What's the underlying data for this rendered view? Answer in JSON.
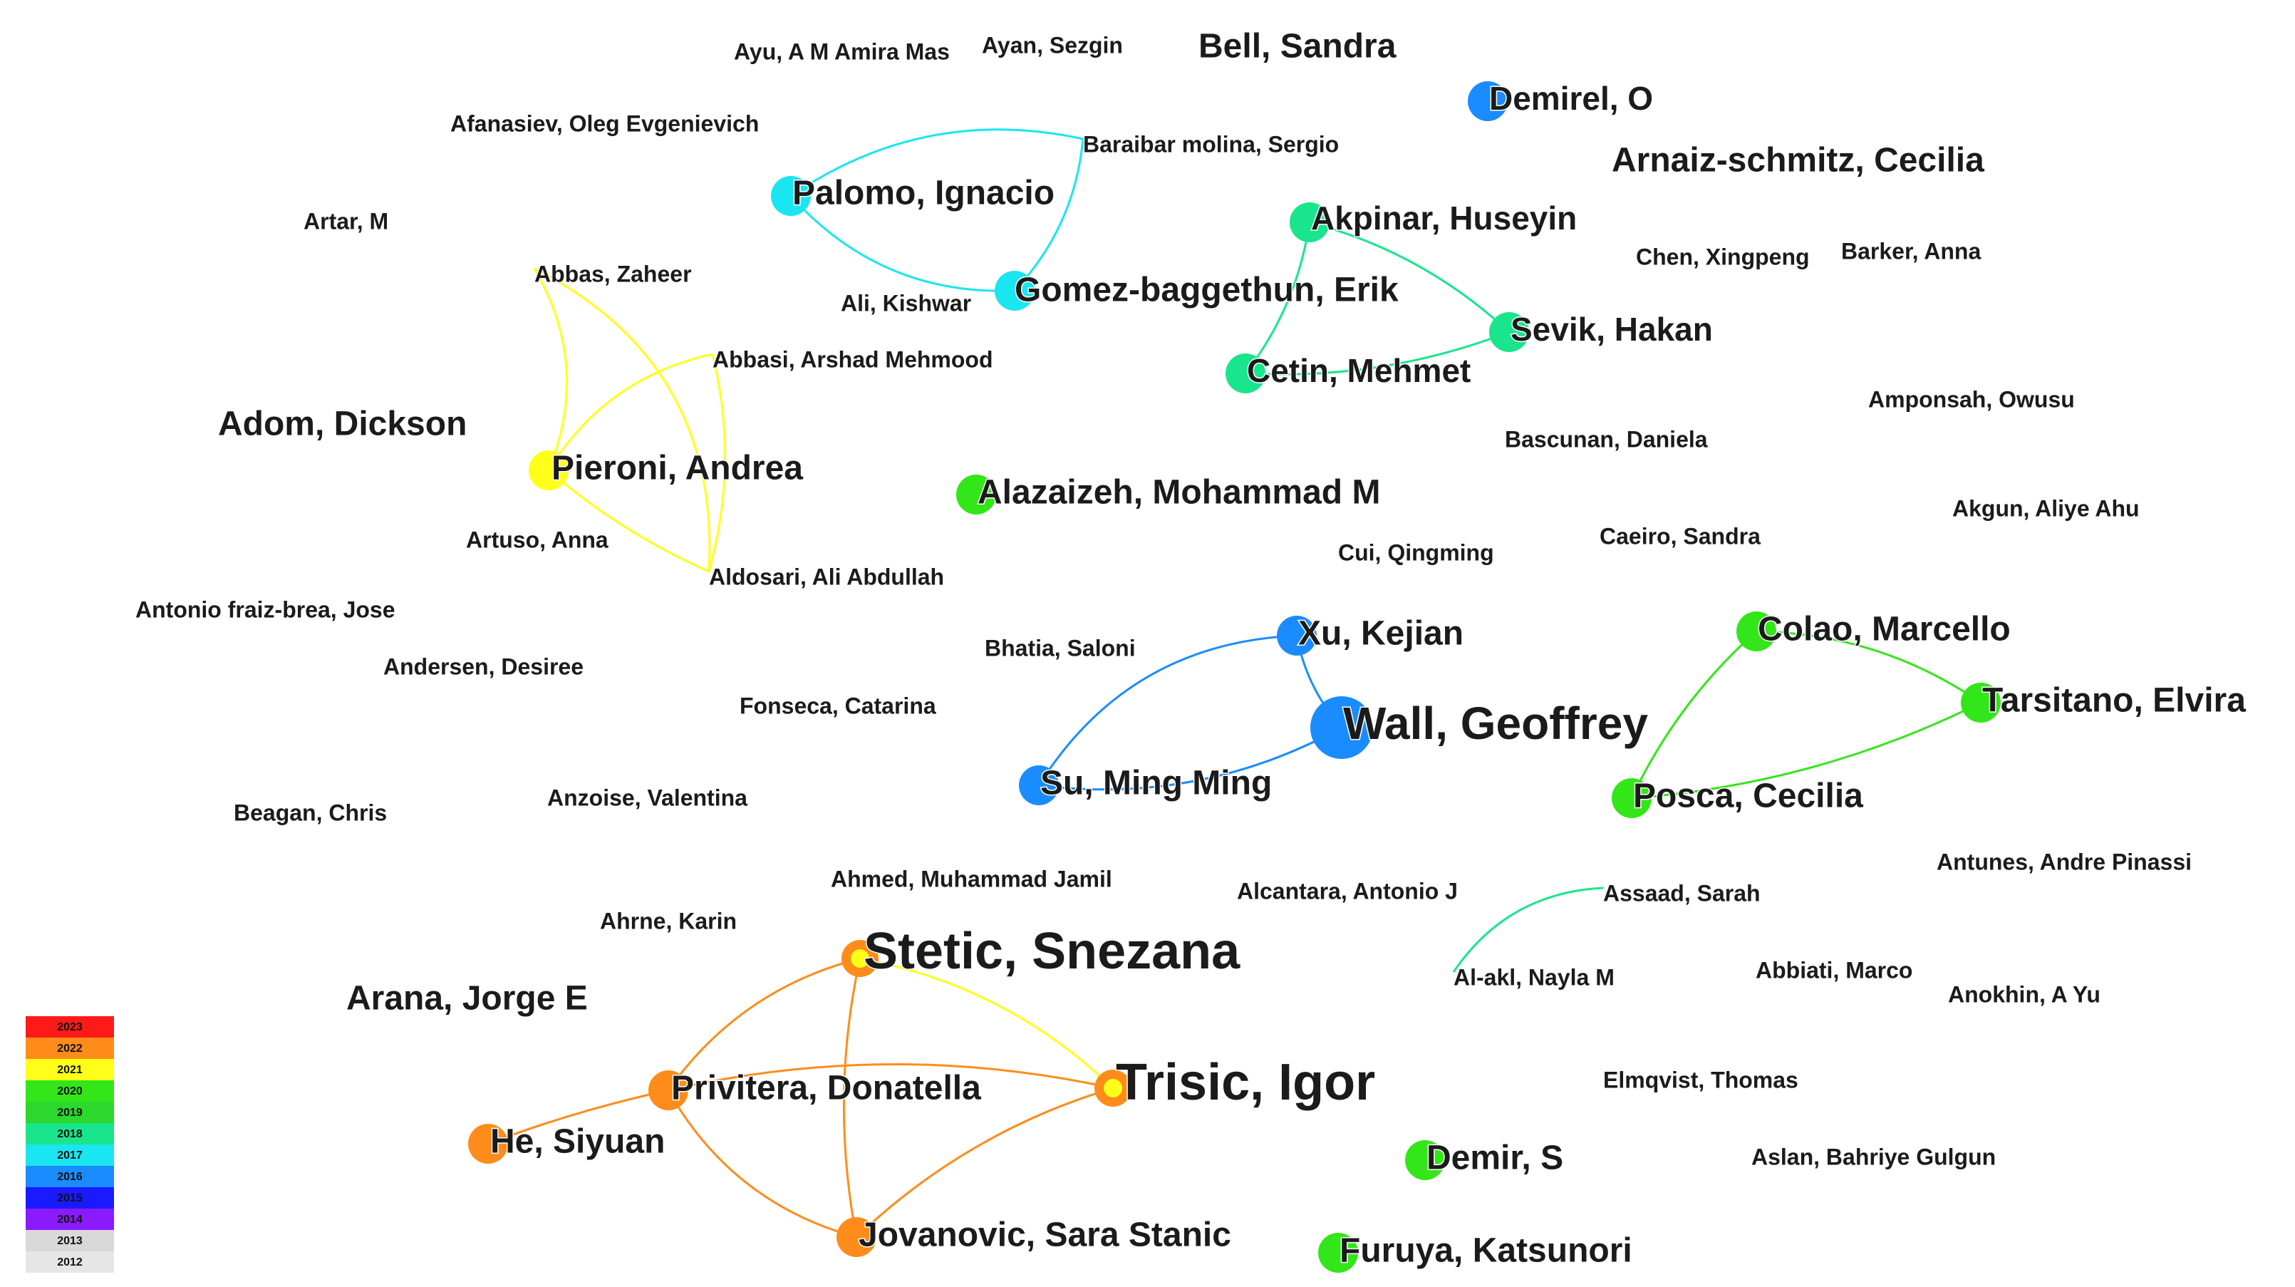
{
  "colors": {
    "y2023": "#ff1a1a",
    "y2022": "#ff8c1a",
    "y2021": "#ffff1a",
    "y2020": "#33e619",
    "y2019": "#2bd82b",
    "y2018": "#19e68c",
    "y2017": "#19e6f0",
    "y2016": "#1a8cff",
    "y2015": "#1a1aff",
    "y2014": "#8c1aff",
    "y2013": "#d9d9d9",
    "y2012": "#e6e6e6"
  },
  "legend": {
    "years": [
      "2023",
      "2022",
      "2021",
      "2020",
      "2019",
      "2018",
      "2017",
      "2016",
      "2015",
      "2014",
      "2013",
      "2012"
    ]
  },
  "nodes": [
    {
      "id": "palomo",
      "label": "Palomo, Ignacio",
      "size": "m",
      "year": "2017",
      "visible": true
    },
    {
      "id": "gomez",
      "label": "Gomez-baggethun, Erik",
      "size": "m",
      "year": "2017",
      "visible": true
    },
    {
      "id": "baraibar",
      "label": "Baraibar molina, Sergio",
      "size": "s",
      "year": "2017",
      "visible": false
    },
    {
      "id": "ali",
      "label": "Ali, Kishwar",
      "size": "s",
      "year": "2017",
      "visible": false
    },
    {
      "id": "akpinar",
      "label": "Akpinar, Huseyin",
      "size": "m",
      "year": "2018",
      "visible": true
    },
    {
      "id": "sevik",
      "label": "Sevik, Hakan",
      "size": "m",
      "year": "2018",
      "visible": true
    },
    {
      "id": "cetin",
      "label": "Cetin, Mehmet",
      "size": "m",
      "year": "2018",
      "visible": true
    },
    {
      "id": "demirel",
      "label": "Demirel, O",
      "size": "m",
      "year": "2016",
      "visible": true
    },
    {
      "id": "pieroni",
      "label": "Pieroni, Andrea",
      "size": "m",
      "year": "2021",
      "visible": true
    },
    {
      "id": "abbas",
      "label": "Abbas, Zaheer",
      "size": "s",
      "year": "2021",
      "visible": false
    },
    {
      "id": "abbasi",
      "label": "Abbasi, Arshad Mehmood",
      "size": "s",
      "year": "2021",
      "visible": false
    },
    {
      "id": "aldosari",
      "label": "Aldosari, Ali Abdullah",
      "size": "s",
      "year": "2021",
      "visible": false
    },
    {
      "id": "alazaizeh",
      "label": "Alazaizeh, Mohammad M",
      "size": "m",
      "year": "2020",
      "visible": true
    },
    {
      "id": "xu",
      "label": "Xu, Kejian",
      "size": "m",
      "year": "2016",
      "visible": true
    },
    {
      "id": "wall",
      "label": "Wall, Geoffrey",
      "size": "l",
      "year": "2016",
      "visible": true
    },
    {
      "id": "su",
      "label": "Su, Ming Ming",
      "size": "m",
      "year": "2016",
      "visible": true
    },
    {
      "id": "colao",
      "label": "Colao, Marcello",
      "size": "m",
      "year": "2020",
      "visible": true
    },
    {
      "id": "tarsitano",
      "label": "Tarsitano, Elvira",
      "size": "m",
      "year": "2020",
      "visible": true
    },
    {
      "id": "posca",
      "label": "Posca, Cecilia",
      "size": "m",
      "year": "2020",
      "visible": true
    },
    {
      "id": "assaad",
      "label": "Assaad, Sarah",
      "size": "s",
      "year": "2018",
      "visible": false
    },
    {
      "id": "alakl",
      "label": "Al-akl, Nayla M",
      "size": "s",
      "year": "2018",
      "visible": false
    },
    {
      "id": "stetic",
      "label": "Stetic, Snezana",
      "size": "xl",
      "year": "2022",
      "visible": true,
      "inner": "2021"
    },
    {
      "id": "trisic",
      "label": "Trisic, Igor",
      "size": "xl",
      "year": "2022",
      "visible": true,
      "inner": "2021"
    },
    {
      "id": "privitera",
      "label": "Privitera, Donatella",
      "size": "m",
      "year": "2022",
      "visible": true
    },
    {
      "id": "he",
      "label": "He, Siyuan",
      "size": "m",
      "year": "2022",
      "visible": true
    },
    {
      "id": "jovanovic",
      "label": "Jovanovic, Sara Stanic",
      "size": "m",
      "year": "2022",
      "visible": true
    },
    {
      "id": "demir",
      "label": "Demir, S",
      "size": "m",
      "year": "2020",
      "visible": true
    },
    {
      "id": "furuya",
      "label": "Furuya, Katsunori",
      "size": "m",
      "year": "2020",
      "visible": true
    },
    {
      "id": "ayu",
      "label": "Ayu, A M Amira Mas",
      "size": "s",
      "visible": false
    },
    {
      "id": "ayan",
      "label": "Ayan, Sezgin",
      "size": "s",
      "visible": false
    },
    {
      "id": "bell",
      "label": "Bell, Sandra",
      "size": "m",
      "visible": false
    },
    {
      "id": "afanasiev",
      "label": "Afanasiev, Oleg Evgenievich",
      "size": "s",
      "visible": false
    },
    {
      "id": "arnaiz",
      "label": "Arnaiz-schmitz, Cecilia",
      "size": "m",
      "visible": false
    },
    {
      "id": "artar",
      "label": "Artar, M",
      "size": "s",
      "visible": false
    },
    {
      "id": "chen",
      "label": "Chen, Xingpeng",
      "size": "s",
      "visible": false
    },
    {
      "id": "barker",
      "label": "Barker, Anna",
      "size": "s",
      "visible": false
    },
    {
      "id": "adom",
      "label": "Adom, Dickson",
      "size": "m",
      "visible": false
    },
    {
      "id": "amponsah",
      "label": "Amponsah, Owusu",
      "size": "s",
      "visible": false
    },
    {
      "id": "bascunan",
      "label": "Bascunan, Daniela",
      "size": "s",
      "visible": false
    },
    {
      "id": "artuso",
      "label": "Artuso, Anna",
      "size": "s",
      "visible": false
    },
    {
      "id": "akgun",
      "label": "Akgun, Aliye Ahu",
      "size": "s",
      "visible": false
    },
    {
      "id": "caeiro",
      "label": "Caeiro, Sandra",
      "size": "s",
      "visible": false
    },
    {
      "id": "cui",
      "label": "Cui, Qingming",
      "size": "s",
      "visible": false
    },
    {
      "id": "antonio",
      "label": "Antonio fraiz-brea, Jose",
      "size": "s",
      "visible": false
    },
    {
      "id": "bhatia",
      "label": "Bhatia, Saloni",
      "size": "s",
      "visible": false
    },
    {
      "id": "andersen",
      "label": "Andersen, Desiree",
      "size": "s",
      "visible": false
    },
    {
      "id": "fonseca",
      "label": "Fonseca, Catarina",
      "size": "s",
      "visible": false
    },
    {
      "id": "beagan",
      "label": "Beagan, Chris",
      "size": "s",
      "visible": false
    },
    {
      "id": "anzoise",
      "label": "Anzoise, Valentina",
      "size": "s",
      "visible": false
    },
    {
      "id": "antunes",
      "label": "Antunes, Andre Pinassi",
      "size": "s",
      "visible": false
    },
    {
      "id": "ahmed",
      "label": "Ahmed, Muhammad Jamil",
      "size": "s",
      "visible": false
    },
    {
      "id": "alcantara",
      "label": "Alcantara, Antonio J",
      "size": "s",
      "visible": false
    },
    {
      "id": "ahrne",
      "label": "Ahrne, Karin",
      "size": "s",
      "visible": false
    },
    {
      "id": "abbiati",
      "label": "Abbiati, Marco",
      "size": "s",
      "visible": false
    },
    {
      "id": "arana",
      "label": "Arana, Jorge E",
      "size": "m",
      "visible": false
    },
    {
      "id": "anokhin",
      "label": "Anokhin, A Yu",
      "size": "s",
      "visible": false
    },
    {
      "id": "elmqvist",
      "label": "Elmqvist, Thomas",
      "size": "s",
      "visible": false
    },
    {
      "id": "aslan",
      "label": "Aslan, Bahriye Gulgun",
      "size": "s",
      "visible": false
    }
  ],
  "links": [
    {
      "from": "palomo",
      "to": "baraibar",
      "year": "2017"
    },
    {
      "from": "palomo",
      "to": "gomez",
      "year": "2017"
    },
    {
      "from": "gomez",
      "to": "baraibar",
      "year": "2017"
    },
    {
      "from": "akpinar",
      "to": "sevik",
      "year": "2018"
    },
    {
      "from": "akpinar",
      "to": "cetin",
      "year": "2018"
    },
    {
      "from": "cetin",
      "to": "sevik",
      "year": "2018"
    },
    {
      "from": "abbas",
      "to": "pieroni",
      "year": "2021"
    },
    {
      "from": "abbas",
      "to": "aldosari",
      "year": "2021"
    },
    {
      "from": "abbasi",
      "to": "pieroni",
      "year": "2021"
    },
    {
      "from": "abbasi",
      "to": "aldosari",
      "year": "2021"
    },
    {
      "from": "pieroni",
      "to": "aldosari",
      "year": "2021"
    },
    {
      "from": "xu",
      "to": "wall",
      "year": "2016"
    },
    {
      "from": "xu",
      "to": "su",
      "year": "2016"
    },
    {
      "from": "su",
      "to": "wall",
      "year": "2016"
    },
    {
      "from": "colao",
      "to": "tarsitano",
      "year": "2020"
    },
    {
      "from": "colao",
      "to": "posca",
      "year": "2020"
    },
    {
      "from": "posca",
      "to": "tarsitano",
      "year": "2020"
    },
    {
      "from": "assaad",
      "to": "alakl",
      "year": "2018"
    },
    {
      "from": "stetic",
      "to": "privitera",
      "year": "2022"
    },
    {
      "from": "stetic",
      "to": "jovanovic",
      "year": "2022"
    },
    {
      "from": "stetic",
      "to": "trisic",
      "year": "2021"
    },
    {
      "from": "privitera",
      "to": "trisic",
      "year": "2022"
    },
    {
      "from": "privitera",
      "to": "he",
      "year": "2022"
    },
    {
      "from": "privitera",
      "to": "jovanovic",
      "year": "2022"
    },
    {
      "from": "jovanovic",
      "to": "trisic",
      "year": "2022"
    }
  ]
}
